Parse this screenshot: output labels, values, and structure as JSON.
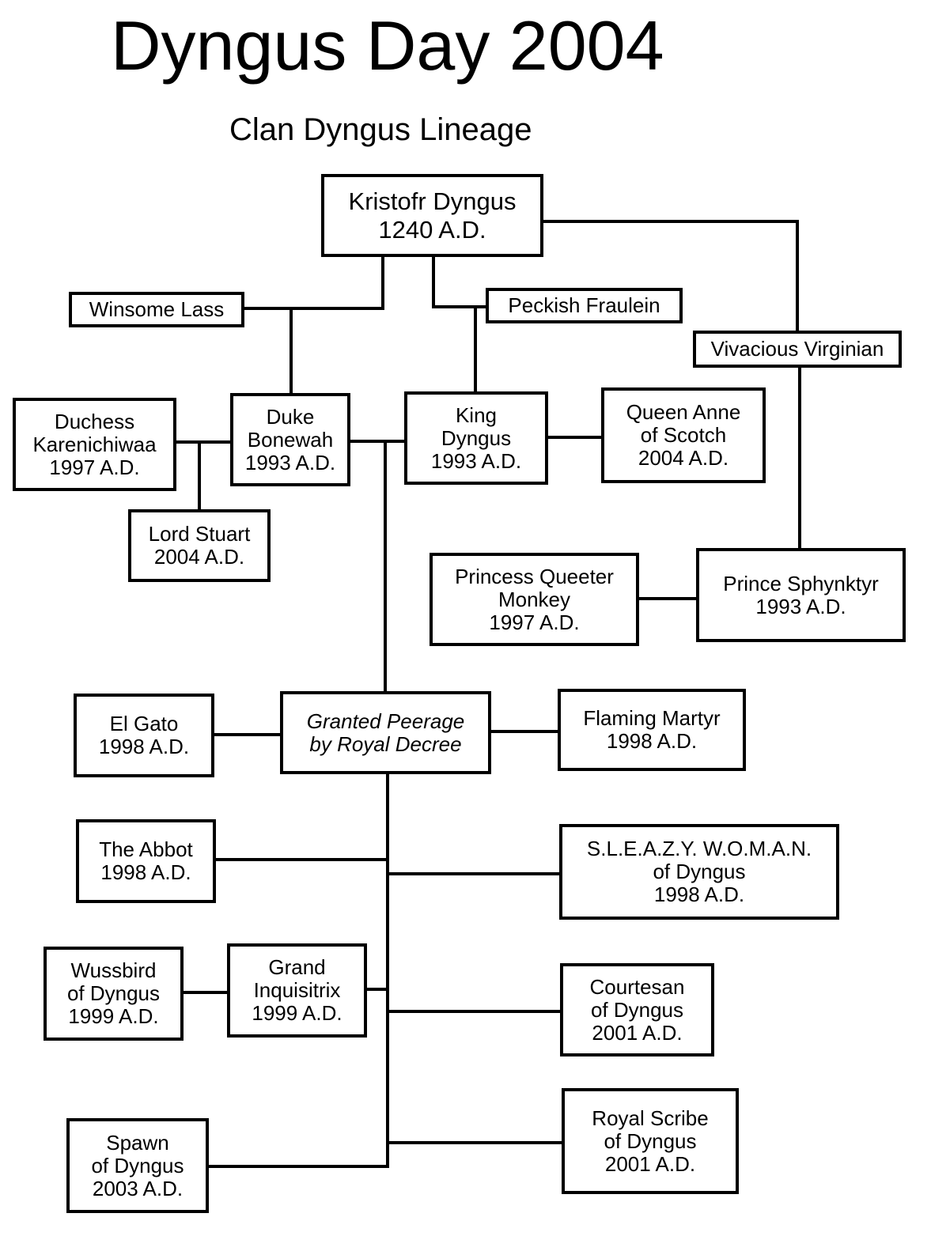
{
  "header": {
    "title": "Dyngus Day 2004",
    "subtitle": "Clan Dyngus Lineage"
  },
  "nodes": {
    "kristofr": [
      "Kristofr Dyngus",
      "1240 A.D."
    ],
    "winsome": [
      "Winsome Lass"
    ],
    "peckish": [
      "Peckish Fraulein"
    ],
    "vivacious": [
      "Vivacious Virginian"
    ],
    "duchess": [
      "Duchess",
      "Karenichiwaa",
      "1997 A.D."
    ],
    "duke": [
      "Duke",
      "Bonewah",
      "1993 A.D."
    ],
    "king": [
      "King",
      "Dyngus",
      "1993 A.D."
    ],
    "queen": [
      "Queen Anne",
      "of Scotch",
      "2004 A.D."
    ],
    "lord_stuart": [
      "Lord Stuart",
      "2004 A.D."
    ],
    "princess": [
      "Princess Queeter",
      "Monkey",
      "1997 A.D."
    ],
    "prince": [
      "Prince Sphynktyr",
      "1993 A.D."
    ],
    "el_gato": [
      "El Gato",
      "1998 A.D."
    ],
    "peerage": [
      "Granted Peerage",
      "by Royal Decree"
    ],
    "flaming": [
      "Flaming Martyr",
      "1998 A.D."
    ],
    "abbot": [
      "The Abbot",
      "1998 A.D."
    ],
    "sleazy": [
      "S.L.E.A.Z.Y. W.O.M.A.N.",
      "of Dyngus",
      "1998 A.D."
    ],
    "wussbird": [
      "Wussbird",
      "of Dyngus",
      "1999 A.D."
    ],
    "inquisitrix": [
      "Grand",
      "Inquisitrix",
      "1999 A.D."
    ],
    "courtesan": [
      "Courtesan",
      "of Dyngus",
      "2001 A.D."
    ],
    "spawn": [
      "Spawn",
      "of Dyngus",
      "2003 A.D."
    ],
    "scribe": [
      "Royal Scribe",
      "of Dyngus",
      "2001 A.D."
    ]
  }
}
